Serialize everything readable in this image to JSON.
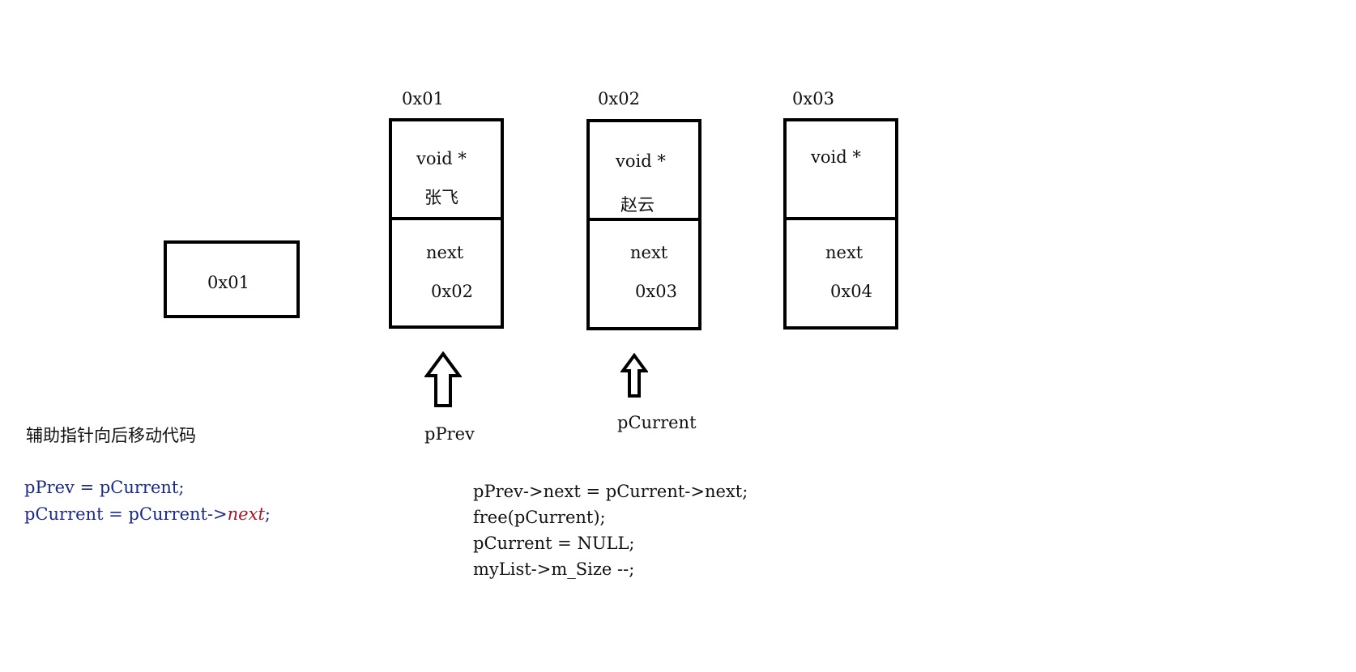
{
  "head_pointer": {
    "value": "0x01"
  },
  "nodes": [
    {
      "address": "0x01",
      "data_label": "void *",
      "data_value": "张飞",
      "next_label": "next",
      "next_value": "0x02"
    },
    {
      "address": "0x02",
      "data_label": "void *",
      "data_value": "赵云",
      "next_label": "next",
      "next_value": "0x03"
    },
    {
      "address": "0x03",
      "data_label": "void *",
      "data_value": "",
      "next_label": "next",
      "next_value": "0x04"
    }
  ],
  "pointers": {
    "prev_label": "pPrev",
    "current_label": "pCurrent"
  },
  "left_code": {
    "heading": "辅助指针向后移动代码",
    "line1": "pPrev = pCurrent;",
    "line2_prefix": "pCurrent = pCurrent->",
    "line2_keyword": "next",
    "line2_suffix": ";"
  },
  "right_code": [
    "pPrev->next = pCurrent->next;",
    "free(pCurrent);",
    "pCurrent = NULL;",
    "myList->m_Size --;"
  ]
}
